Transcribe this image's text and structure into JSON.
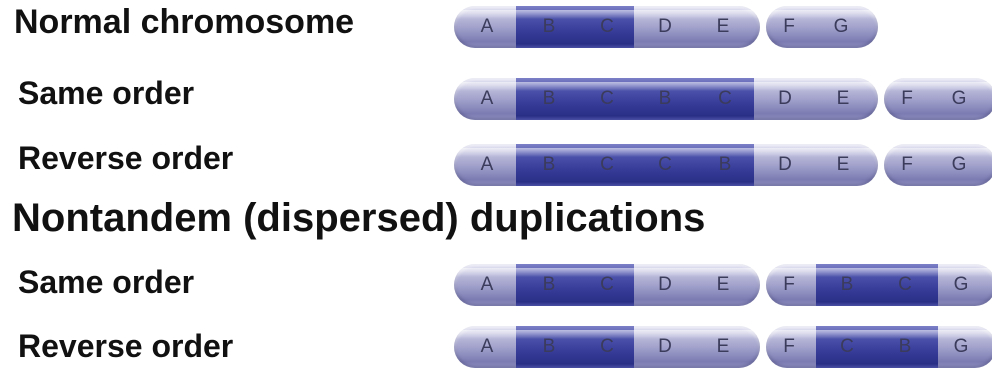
{
  "labels": {
    "normal": "Normal chromosome",
    "tandem_same": "Same order",
    "tandem_reverse": "Reverse order",
    "nontandem_title": "Nontandem (dispersed) duplications",
    "nontandem_same": "Same order",
    "nontandem_reverse": "Reverse order"
  },
  "colors": {
    "arm": "#a8a8d0",
    "duplicated_band": "#363c98",
    "gene_text": "#3b3b5c"
  },
  "chromosomes": {
    "normal": {
      "genes": [
        "A",
        "B",
        "C",
        "D",
        "E",
        "F",
        "G"
      ],
      "duplicated_region": [
        "B",
        "C"
      ]
    },
    "tandem_same": {
      "genes": [
        "A",
        "B",
        "C",
        "B",
        "C",
        "D",
        "E",
        "F",
        "G"
      ],
      "duplicated_region": [
        "B",
        "C",
        "B",
        "C"
      ]
    },
    "tandem_reverse": {
      "genes": [
        "A",
        "B",
        "C",
        "C",
        "B",
        "D",
        "E",
        "F",
        "G"
      ],
      "duplicated_region": [
        "B",
        "C",
        "C",
        "B"
      ]
    },
    "nontandem_same": {
      "genes": [
        "A",
        "B",
        "C",
        "D",
        "E",
        "F",
        "B",
        "C",
        "G"
      ],
      "duplicated_region": [
        "B",
        "C",
        "B",
        "C"
      ]
    },
    "nontandem_reverse": {
      "genes": [
        "A",
        "B",
        "C",
        "D",
        "E",
        "F",
        "C",
        "B",
        "G"
      ],
      "duplicated_region": [
        "B",
        "C",
        "C",
        "B"
      ]
    }
  }
}
